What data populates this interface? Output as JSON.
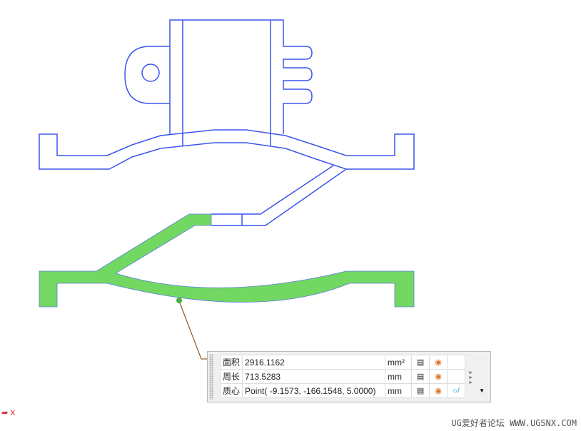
{
  "measure_panel": {
    "rows": [
      {
        "label": "面积",
        "value": "2916.1162",
        "unit": "mm²"
      },
      {
        "label": "周长",
        "value": "713.5283",
        "unit": "mm"
      },
      {
        "label": "质心",
        "value": "Point( -9.1573, -166.1548, 5.0000)",
        "unit": "mm"
      }
    ]
  },
  "axis": {
    "label": "X"
  },
  "watermark": "UG爱好者论坛 WWW.UGSNX.COM",
  "colors": {
    "edge": "#3b55ee",
    "face": "#72d862",
    "leader": "#8a5a2b"
  }
}
